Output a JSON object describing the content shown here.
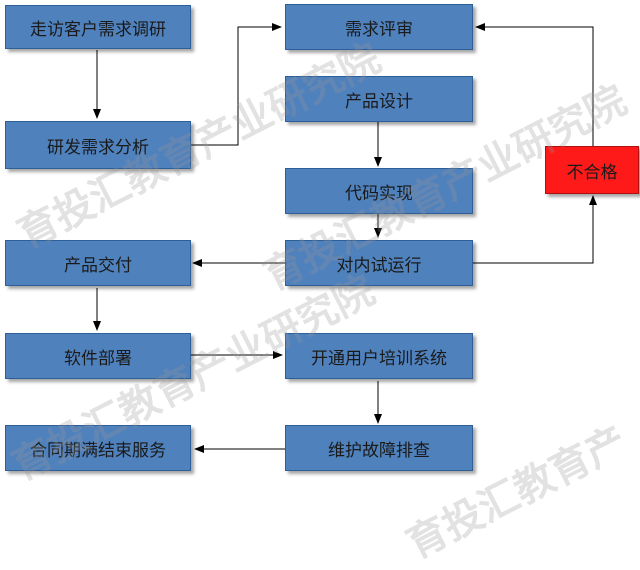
{
  "boxes": {
    "visit": "走访客户需求调研",
    "analysis": "研发需求分析",
    "review": "需求评审",
    "design": "产品设计",
    "code": "代码实现",
    "run": "对内试运行",
    "fail": "不合格",
    "deliver": "产品交付",
    "deploy": "软件部署",
    "training": "开通用户培训系统",
    "maintain": "维护故障排查",
    "end": "合同期满结束服务"
  },
  "watermark": [
    "育投汇教育产业研究院",
    "育投汇教育产业研究院",
    "育投汇教育产业研究院",
    "育投汇教育产"
  ],
  "colors": {
    "box": "#4f81bd",
    "fail": "#ff1a1a",
    "line": "#000000"
  }
}
